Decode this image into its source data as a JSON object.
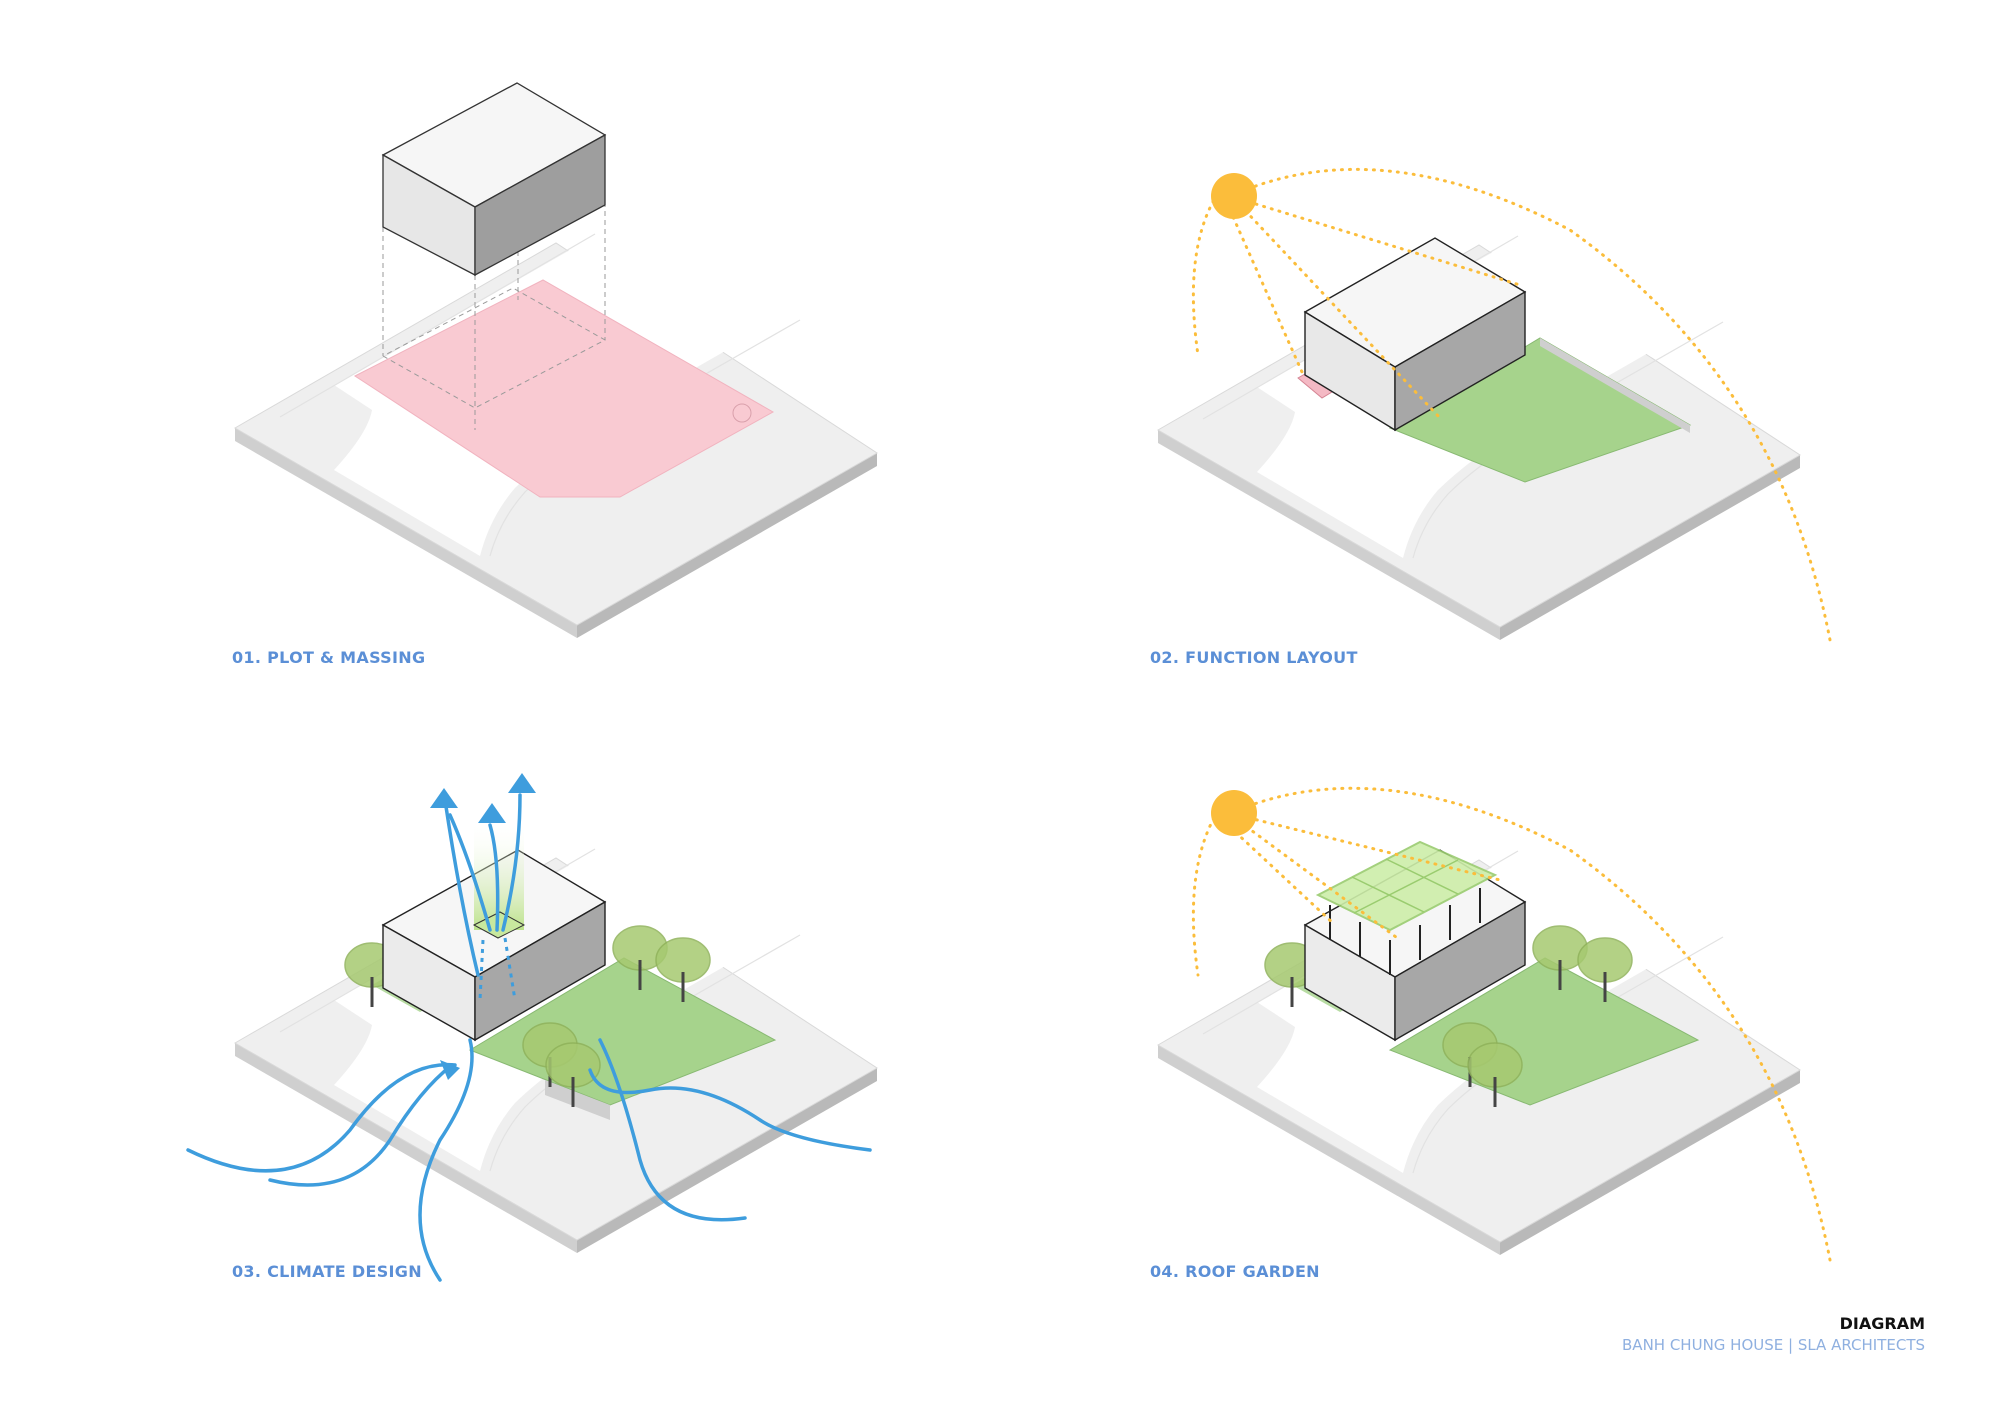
{
  "colors": {
    "caption": "#5b8fd6",
    "subtitle": "#8fb0e0",
    "plot": "#f9cad2",
    "lawn": "#a6d38c",
    "sun": "#fbbd3b",
    "wind": "#3e9ddd",
    "roof_garden": "#cdeea9"
  },
  "panels": [
    {
      "label": "01. PLOT & MASSING"
    },
    {
      "label": "02. FUNCTION LAYOUT"
    },
    {
      "label": "03. CLIMATE DESIGN"
    },
    {
      "label": "04. ROOF GARDEN"
    }
  ],
  "credit": {
    "title": "DIAGRAM",
    "subtitle": "BANH CHUNG HOUSE | SLA ARCHITECTS"
  }
}
